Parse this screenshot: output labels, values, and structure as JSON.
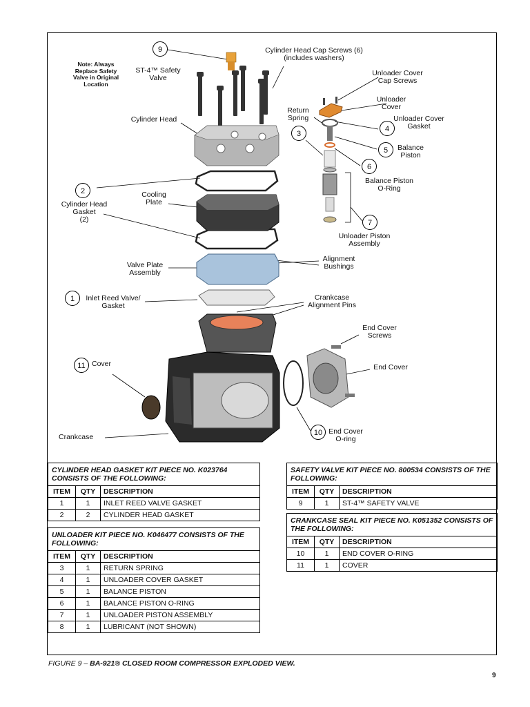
{
  "note": {
    "lines": [
      "Note: Always",
      "Replace Safety",
      "Valve in Original",
      "Location"
    ]
  },
  "callouts": {
    "c9": "9",
    "c2": "2",
    "c1": "1",
    "c11": "11",
    "c3": "3",
    "c4": "4",
    "c5": "5",
    "c6": "6",
    "c7": "7",
    "c10": "10"
  },
  "labels": {
    "safety_valve": [
      "ST-4™ Safety",
      "Valve"
    ],
    "cap_screws": [
      "Cylinder Head Cap Screws (6)",
      "(includes washers)"
    ],
    "cylinder_head": "Cylinder Head",
    "cooling_plate": [
      "Cooling",
      "Plate"
    ],
    "head_gasket": [
      "Cylinder Head",
      "Gasket",
      "(2)"
    ],
    "valve_plate": [
      "Valve Plate",
      "Assembly"
    ],
    "alignment_bushings": [
      "Alignment",
      "Bushings"
    ],
    "inlet_reed": [
      "Inlet Reed Valve/",
      "Gasket"
    ],
    "crankcase_pins": [
      "Crankcase",
      "Alignment Pins"
    ],
    "unloader_cover_screws": [
      "Unloader Cover",
      "Cap Screws"
    ],
    "unloader_cover": [
      "Unloader",
      "Cover"
    ],
    "return_spring": [
      "Return",
      "Spring"
    ],
    "unloader_cover_gasket": [
      "Unloader Cover",
      "Gasket"
    ],
    "balance_piston": [
      "Balance",
      "Piston"
    ],
    "balance_oring": [
      "Balance Piston",
      "O-Ring"
    ],
    "unloader_piston": [
      "Unloader Piston",
      "Assembly"
    ],
    "end_cover_screws": [
      "End Cover",
      "Screws"
    ],
    "end_cover": "End Cover",
    "cover": "Cover",
    "crankcase": "Crankcase",
    "end_cover_oring": [
      "End Cover",
      "O-ring"
    ]
  },
  "tables": {
    "headers": {
      "item": "ITEM",
      "qty": "QTY",
      "desc": "DESCRIPTION"
    },
    "gasket_kit": {
      "title": "CYLINDER HEAD GASKET KIT PIECE NO. K023764 CONSISTS OF THE FOLLOWING:",
      "rows": [
        [
          "1",
          "1",
          "INLET REED VALVE GASKET"
        ],
        [
          "2",
          "2",
          "CYLINDER HEAD GASKET"
        ]
      ]
    },
    "unloader_kit": {
      "title": "UNLOADER KIT PIECE NO. K046477 CONSISTS OF THE FOLLOWING:",
      "rows": [
        [
          "3",
          "1",
          "RETURN SPRING"
        ],
        [
          "4",
          "1",
          "UNLOADER COVER GASKET"
        ],
        [
          "5",
          "1",
          "BALANCE PISTON"
        ],
        [
          "6",
          "1",
          "BALANCE PISTON O-RING"
        ],
        [
          "7",
          "1",
          "UNLOADER PISTON ASSEMBLY"
        ],
        [
          "8",
          "1",
          "LUBRICANT (NOT SHOWN)"
        ]
      ]
    },
    "safety_kit": {
      "title": "SAFETY VALVE KIT PIECE NO. 800534 CONSISTS OF THE FOLLOWING:",
      "rows": [
        [
          "9",
          "1",
          "ST-4™ SAFETY VALVE"
        ]
      ]
    },
    "seal_kit": {
      "title": "CRANKCASE SEAL KIT PIECE NO. K051352 CONSISTS OF THE FOLLOWING:",
      "rows": [
        [
          "10",
          "1",
          "END COVER O-RING"
        ],
        [
          "11",
          "1",
          "COVER"
        ]
      ]
    }
  },
  "caption": {
    "prefix": "FIGURE 9 – ",
    "bold": "BA-921® CLOSED ROOM COMPRESSOR EXPLODED VIEW."
  },
  "page_number": "9",
  "colors": {
    "accent_orange": "#e8825a",
    "part_gray": "#9a9a9a",
    "valve_plate_blue": "#a9c3dc"
  }
}
